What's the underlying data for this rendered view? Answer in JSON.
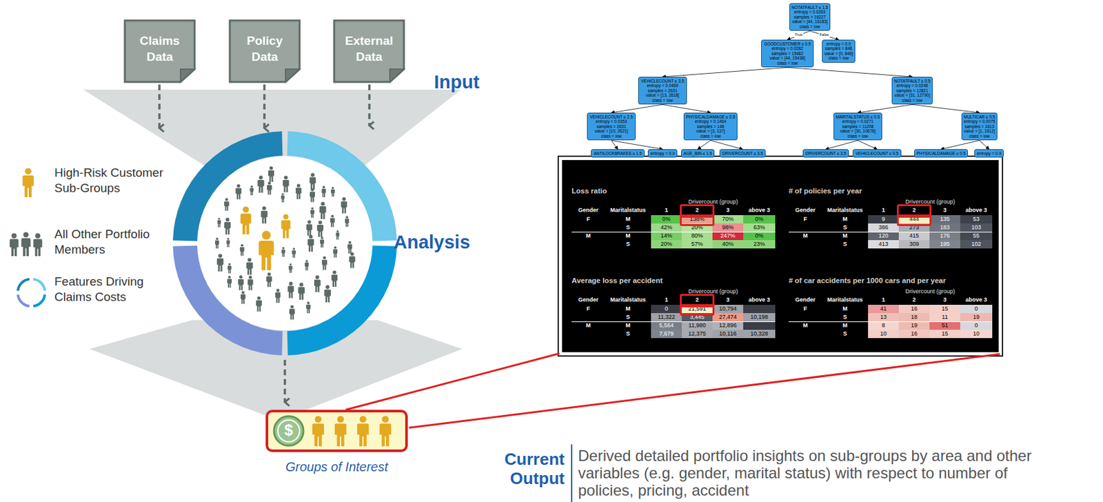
{
  "diagram": {
    "nodes": [
      {
        "text": [
          "Claims Data"
        ]
      },
      {
        "text": [
          "Policy Data"
        ]
      },
      {
        "text": [
          "External Data"
        ]
      },
      {
        "text": [
          "$",
          "Groups of Interest"
        ]
      },
      {
        "text": [
          "NOTATFAULT ≤ 1.5",
          "entropy = 0.0263",
          "samples = 16227",
          "value = [44, 16183]",
          "class = low"
        ]
      },
      {
        "text": [
          "GOODCUSTOMER ≤ 0.5",
          "entropy = 0.0282",
          "samples = 15482",
          "value = [44, 15438]",
          "class = low"
        ]
      },
      {
        "text": [
          "entropy = 0.0",
          "samples = 846",
          "value = [0, 846]",
          "class = low"
        ]
      },
      {
        "text": [
          "VEHICLECOUNT ≤ 3.5",
          "entropy = 0.0469",
          "samples = 2631",
          "value = [13, 2618]",
          "class = low"
        ]
      },
      {
        "text": [
          "NOTATFAULT ≤ 0.5",
          "entropy = 0.0248",
          "samples = 12821",
          "value = [31, 12790]",
          "class = low"
        ]
      },
      {
        "text": [
          "VEHICLECOUNT ≤ 2.5",
          "entropy = 0.0353",
          "samples = 2631",
          "value = [10, 2621]",
          "class = low"
        ]
      },
      {
        "text": [
          "PHYSICALDAMAGE ≤ 0.5",
          "entropy = 0.1464",
          "samples = 148",
          "value = [3, 137]",
          "class = low"
        ]
      },
      {
        "text": [
          "MARITALSTATUS ≤ 0.5",
          "entropy = 0.0271",
          "samples = 11208",
          "value = [30, 10678]",
          "class = low"
        ]
      },
      {
        "text": [
          "MULTICAR ≤ 0.5",
          "entropy = 0.0075",
          "samples = 1613",
          "value = [1, 1612]",
          "class = low"
        ]
      },
      {
        "text": [
          "ANTILOCKBRAKES ≤ 1.5"
        ]
      },
      {
        "text": [
          "entropy = 0.0"
        ]
      },
      {
        "text": [
          "AGE_BIN ≤ 1.5"
        ]
      },
      {
        "text": [
          "DRIVERCOUNT ≤ 3.5"
        ]
      },
      {
        "text": [
          "DRIVERCOUNT ≤ 3.5"
        ]
      },
      {
        "text": [
          "VEHICLECOUNT ≤ 0.5"
        ]
      },
      {
        "text": [
          "PHYSICALDAMAGE ≤ 0.5"
        ]
      },
      {
        "text": [
          "entropy = 0.9"
        ]
      },
      {
        "text": [
          "Loss ratio"
        ]
      },
      {
        "text": [
          "# of policies per year"
        ]
      },
      {
        "text": [
          "Average loss per accident"
        ]
      },
      {
        "text": [
          "# of car accidents per 1000 cars and per year"
        ]
      }
    ],
    "edges": [
      {
        "from": 4,
        "to": 5,
        "label": "True",
        "arrow": "to"
      },
      {
        "from": 4,
        "to": 6,
        "label": "False",
        "arrow": "to"
      },
      {
        "from": 5,
        "to": 7,
        "arrow": "to"
      },
      {
        "from": 5,
        "to": 8,
        "arrow": "to"
      },
      {
        "from": 7,
        "to": 9,
        "arrow": "to"
      },
      {
        "from": 7,
        "to": 10,
        "arrow": "to"
      },
      {
        "from": 8,
        "to": 11,
        "arrow": "to"
      },
      {
        "from": 8,
        "to": 12,
        "arrow": "to"
      },
      {
        "from": 9,
        "to": 13,
        "arrow": "to"
      },
      {
        "from": 9,
        "to": 14,
        "arrow": "to"
      },
      {
        "from": 10,
        "to": 15,
        "arrow": "to"
      },
      {
        "from": 10,
        "to": 16,
        "arrow": "to"
      },
      {
        "from": 11,
        "to": 17,
        "arrow": "to"
      },
      {
        "from": 11,
        "to": 18,
        "arrow": "to"
      },
      {
        "from": 12,
        "to": 19,
        "arrow": "to"
      },
      {
        "from": 12,
        "to": 20,
        "arrow": "to"
      }
    ],
    "labels": [
      "Input",
      "Analysis",
      "Drivercount (group)",
      "Gender",
      "Maritalstatus",
      "1",
      "2",
      "3",
      "above 3",
      "F",
      "M",
      "0%",
      "138%",
      "70%",
      "0%",
      "S",
      "42%",
      "20%",
      "98%",
      "63%",
      "M",
      "M",
      "14%",
      "80%",
      "247%",
      "0%",
      "S",
      "20%",
      "57%",
      "40%",
      "23%",
      "Drivercount (group)",
      "Gender",
      "Maritalstatus",
      "1",
      "2",
      "3",
      "above 3",
      "F",
      "M",
      "9",
      "444",
      "135",
      "53",
      "S",
      "386",
      "273",
      "183",
      "103",
      "M",
      "M",
      "120",
      "415",
      "176",
      "55",
      "S",
      "413",
      "309",
      "195",
      "102",
      "Drivercount (group)",
      "Gender",
      "Maritalstatus",
      "1",
      "2",
      "3",
      "above 3",
      "F",
      "M",
      "0",
      "21,591",
      "10,794",
      "S",
      "11,322",
      "3,445",
      "27,474",
      "10,198",
      "M",
      "M",
      "5,564",
      "11,980",
      "12,896",
      "S",
      "7,679",
      "12,375",
      "10,116",
      "10,328",
      "Drivercount (group)",
      "Gender",
      "Maritalstatus",
      "1",
      "2",
      "3",
      "above 3",
      "F",
      "M",
      "41",
      "16",
      "15",
      "0",
      "S",
      "13",
      "18",
      "11",
      "19",
      "M",
      "M",
      "8",
      "19",
      "51",
      "0",
      "S",
      "10",
      "16",
      "15",
      "10",
      "Current Output",
      "Derived detailed portfolio insights on sub-groups by area and other variables (e.g. gender, marital status) with respect to number of policies, pricing, accident"
    ],
    "legend": [
      {
        "text": "High-Risk Customer Sub-Groups"
      },
      {
        "text": "All Other Portfolio Members"
      },
      {
        "text": "Features Driving Claims Costs"
      }
    ]
  }
}
